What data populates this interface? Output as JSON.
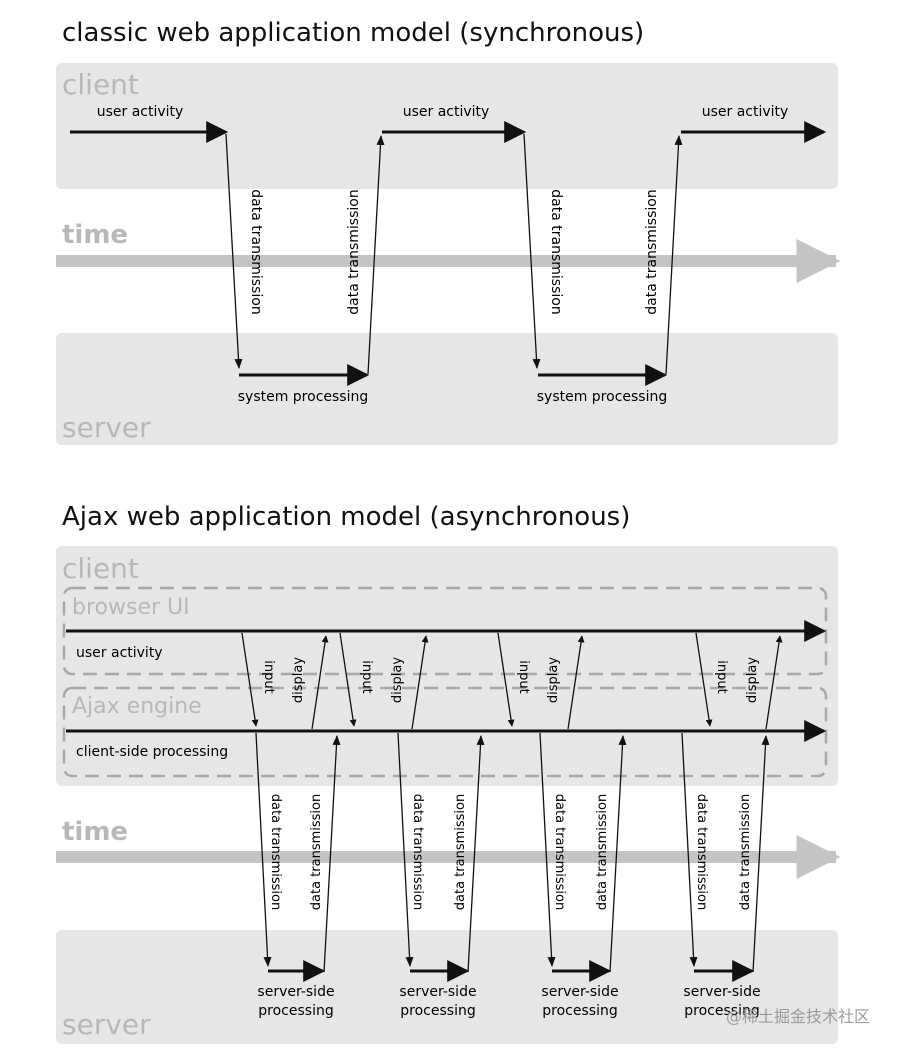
{
  "classic": {
    "title": "classic web application model (synchronous)",
    "client_label": "client",
    "time_label": "time",
    "server_label": "server",
    "user_activity": "user activity",
    "data_transmission": "data transmission",
    "system_processing": "system processing"
  },
  "ajax": {
    "title": "Ajax web application model (asynchronous)",
    "client_label": "client",
    "browser_ui_label": "browser UI",
    "ajax_engine_label": "Ajax engine",
    "user_activity": "user activity",
    "client_side_processing": "client-side processing",
    "input": "input",
    "display": "display",
    "time_label": "time",
    "server_label": "server",
    "data_transmission": "data transmission",
    "server_side_line1": "server-side",
    "server_side_line2": "processing"
  },
  "watermark": "@稀土掘金技术社区",
  "colors": {
    "panel": "#e6e6e6",
    "panel_label": "#b8b8b8",
    "time_arrow": "#c4c4c4",
    "dash": "#a8a8a8",
    "ink": "#111111"
  }
}
